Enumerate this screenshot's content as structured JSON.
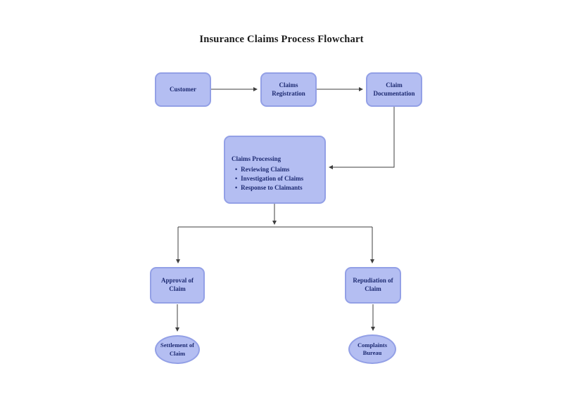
{
  "title": "Insurance Claims Process Flowchart",
  "nodes": {
    "customer": {
      "label": "Customer"
    },
    "claims_registration": {
      "label": "Claims Registration"
    },
    "claim_documentation": {
      "label": "Claim Documentation"
    },
    "claims_processing": {
      "heading": "Claims Processing",
      "bullet_char": "•",
      "bullets": [
        "Reviewing Claims",
        "Investigation of Claims",
        "Response to Claimants"
      ]
    },
    "approval_of_claim": {
      "label": "Approval of Claim"
    },
    "repudiation_of_claim": {
      "label": "Repudiation of Claim"
    },
    "settlement_of_claim": {
      "label": "Settlement of Claim"
    },
    "complaints_bureau": {
      "label": "Complaints Bureau"
    }
  },
  "colors": {
    "background": "#ffffff",
    "node_fill": "#b4bef2",
    "node_border": "#93a0e6",
    "node_text": "#1e2b72",
    "title_text": "#1b1b1b",
    "connector": "#3f3f3f"
  }
}
